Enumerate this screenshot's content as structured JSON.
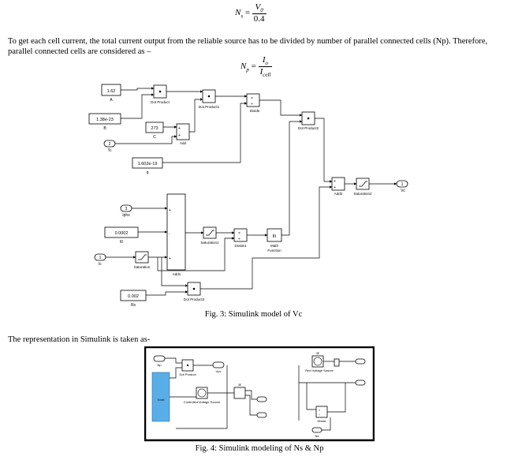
{
  "equations": {
    "ns": {
      "lhs": "N",
      "lhs_sub": "s",
      "eq": "=",
      "num": "V",
      "num_sub": "0",
      "den": "0.4"
    },
    "np": {
      "lhs": "N",
      "lhs_sub": "p",
      "eq": "=",
      "num": "I",
      "num_sub": "o",
      "den": "I",
      "den_sub": "cell"
    }
  },
  "paragraph1": "To get each cell current, the total current output from the reliable source has to be divided by number of parallel connected cells (Np). Therefore, parallel connected cells are considered as –",
  "fig3": {
    "caption": "Fig. 3: Simulink model of Vc",
    "blocks": {
      "const_a_value": "1.62",
      "const_a_label": "A",
      "const_b_value": "1.38e-23",
      "const_b_label": "B",
      "const_c_value": "273",
      "const_c_label": "C",
      "port_tc_num": "2",
      "port_tc_label": "Tc",
      "const_q_value": "1.602e-19",
      "const_q_label": "q",
      "port_iphx_num": "3",
      "port_iphx_label": "Iphx",
      "const_i0_value": "0.0002",
      "const_i0_label": "I0",
      "port_ic_num": "1",
      "port_ic_label": "Ic",
      "const_rs_value": "0.002",
      "const_rs_label": "Rs",
      "dot_product": "Dot Product",
      "dot_product1": "Dot Product1",
      "dot_product2": "Dot Product2",
      "dot_product3": "Dot Product3",
      "add": "Add",
      "add1": "Add1",
      "add2": "Add2",
      "divide": "Divide",
      "divide1": "Divide1",
      "saturation": "Saturation",
      "saturation1": "Saturation1",
      "saturation2": "Saturation2",
      "math_function_label": "Math\nFunction",
      "math_function_symbol": "ln",
      "out_vc_num": "1",
      "out_vc_label": "Vc",
      "times_symbol": "×",
      "divide_symbol": "÷"
    }
  },
  "paragraph2": "The representation in Simulink is taken as-",
  "fig4": {
    "caption": "Fig. 4: Simulink modeling of Ns & Np",
    "labels": {
      "dot_product": "Dot Product",
      "controlled_voltage_source": "Controlled Voltage Source",
      "red_voltage_source": "Red Voltage Source",
      "divide": "Divide",
      "vpv": "Vpv",
      "np": "Np",
      "vcell": "Vcell",
      "ns": "Ns",
      "ctrl_value": "3E"
    }
  }
}
